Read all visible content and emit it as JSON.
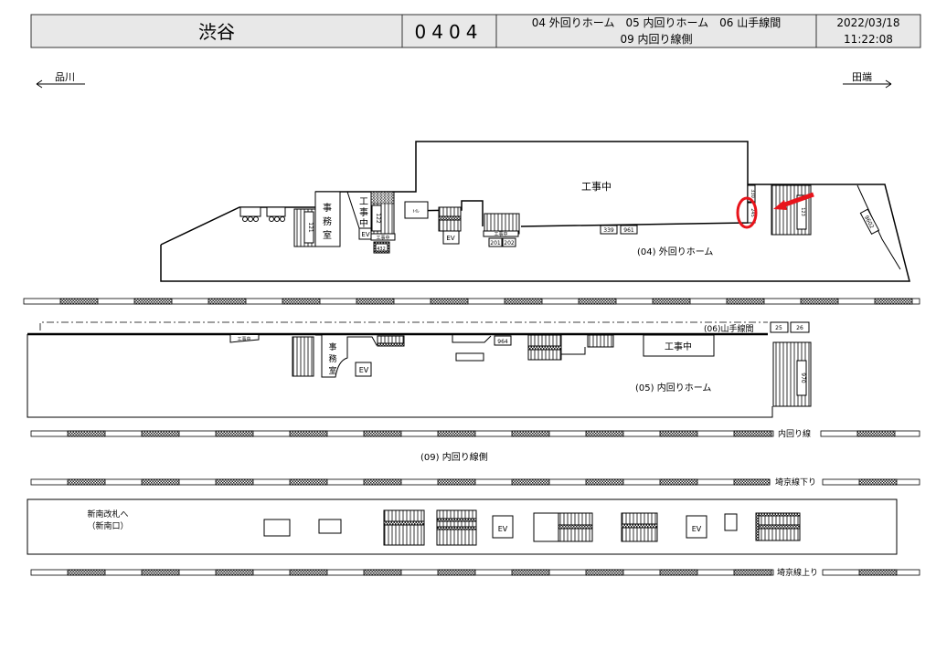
{
  "header": {
    "station": "渋谷",
    "code": "0404",
    "areas_line1": "04 外回りホーム　05 内回りホーム　06 山手線間",
    "areas_line2": "09 内回り線側",
    "date": "2022/03/18",
    "time": "11:22:08"
  },
  "direction": {
    "left": "品川",
    "right": "田端"
  },
  "platform04": {
    "label": "(04) 外回りホーム",
    "construction": "工事中",
    "office": [
      "事",
      "務",
      "室"
    ],
    "construction_vertical": [
      "工",
      "事",
      "中"
    ],
    "small_labels": [
      "121",
      "122",
      "432",
      "201",
      "202",
      "339",
      "961",
      "330",
      "245",
      "123",
      "9602",
      "ﾄｲﾚ",
      "EV",
      "EV",
      "工事中",
      "工事中"
    ],
    "highlight_color": "#e8141b"
  },
  "platform05": {
    "label": "(05) 内回りホーム",
    "line_label": "(06)山手線間",
    "construction": "工事中",
    "construction_small": "工事中",
    "office": [
      "事",
      "務",
      "室"
    ],
    "small_labels": [
      "964",
      "25",
      "26",
      "970",
      "EV"
    ]
  },
  "platform09": {
    "label": "(09) 内回り線側",
    "exit_line1": "新南改札へ",
    "exit_line2": "（新南口）",
    "ev1": "EV",
    "ev2": "EV"
  },
  "tracks": {
    "inner": "内回り線",
    "saikyo_down": "埼京線下り",
    "saikyo_up": "埼京線上り"
  }
}
